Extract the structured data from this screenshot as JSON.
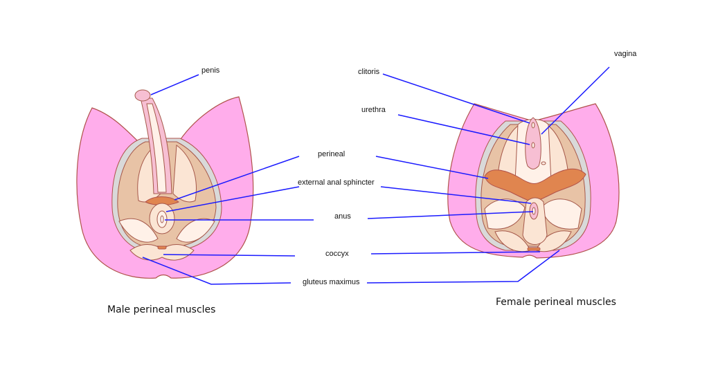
{
  "labels": {
    "penis": "penis",
    "clitoris": "clitoris",
    "urethra": "urethra",
    "vagina": "vagina",
    "perineal": "perineal",
    "external_anal_sphincter": "external anal sphincter",
    "anus": "anus",
    "coccyx": "coccyx",
    "gluteus_maximus": "gluteus maximus"
  },
  "captions": {
    "male": "Male perineal muscles",
    "female": "Female perineal muscles"
  },
  "colors": {
    "leader_lines": "#1a1aff",
    "skin": "#ffadeb",
    "muscle": "#e8c3a6",
    "sphincter": "#e0854f"
  }
}
